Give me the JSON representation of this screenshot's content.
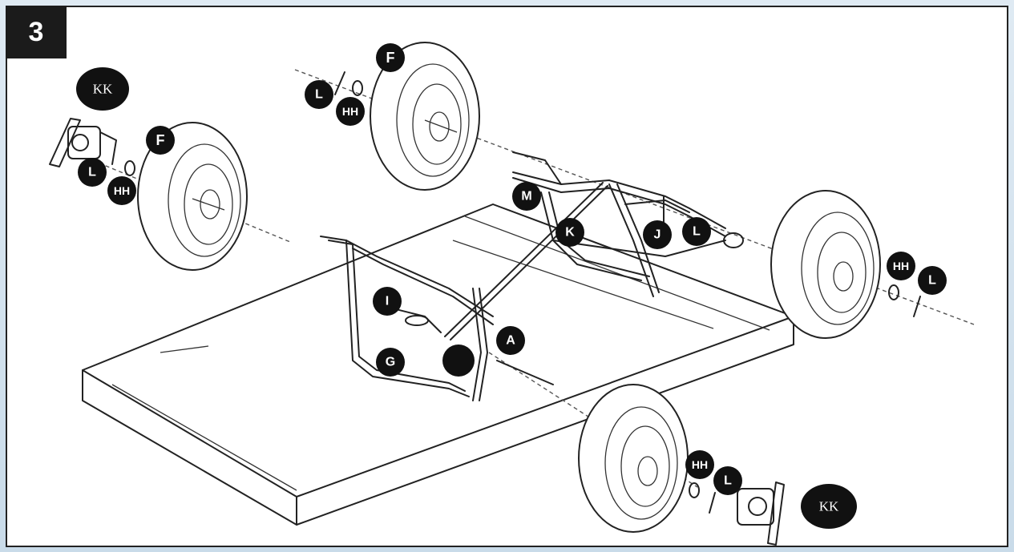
{
  "step": {
    "number": "3"
  },
  "labels": {
    "F_top": "F",
    "F_left": "F",
    "L_top": "L",
    "HH_top": "HH",
    "L_left": "L",
    "HH_left": "HH",
    "M": "M",
    "K": "K",
    "J": "J",
    "L_right_frame": "L",
    "HH_right": "HH",
    "L_right": "L",
    "I": "I",
    "A": "A",
    "G": "G",
    "HH_bottom": "HH",
    "L_bottom": "L",
    "KK_left": "KK",
    "KK_bottom": "KK"
  }
}
